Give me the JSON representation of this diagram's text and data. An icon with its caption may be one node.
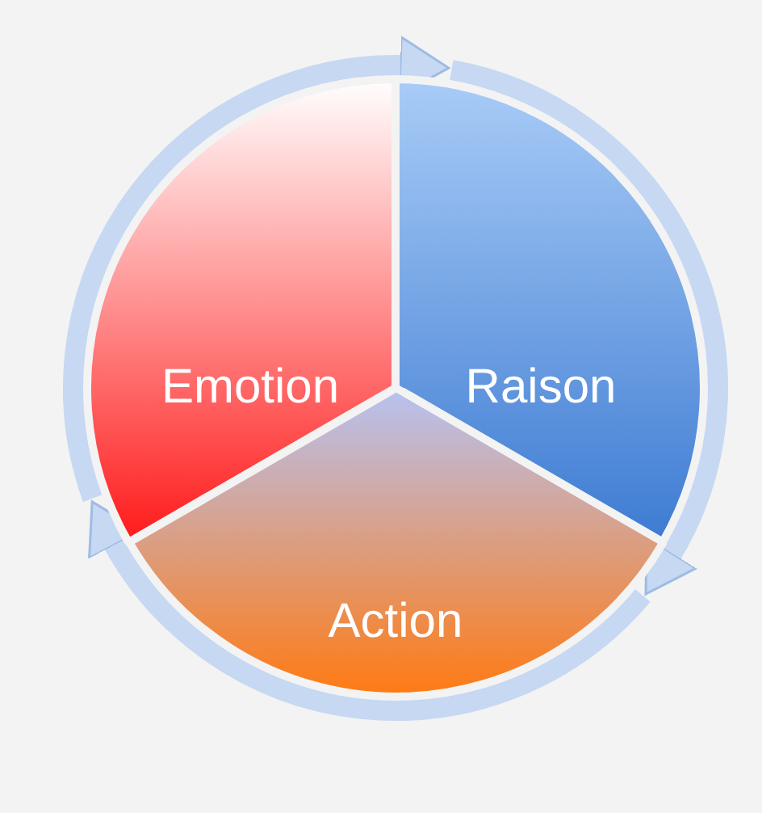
{
  "diagram": {
    "nodes": [
      {
        "text": [
          "Emotion"
        ]
      },
      {
        "text": [
          "Raison"
        ]
      },
      {
        "text": [
          "Action"
        ]
      }
    ],
    "edges": [
      {
        "from": 0,
        "to": 1,
        "arrow": "to"
      },
      {
        "from": 1,
        "to": 2,
        "arrow": "to"
      },
      {
        "from": 2,
        "to": 0,
        "arrow": "to"
      }
    ]
  }
}
